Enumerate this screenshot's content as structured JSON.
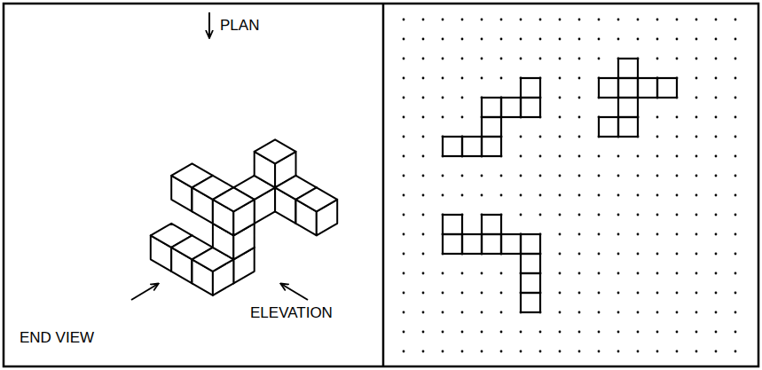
{
  "diagram": {
    "labels": [
      "PLAN",
      "END VIEW",
      "ELEVATION"
    ]
  }
}
